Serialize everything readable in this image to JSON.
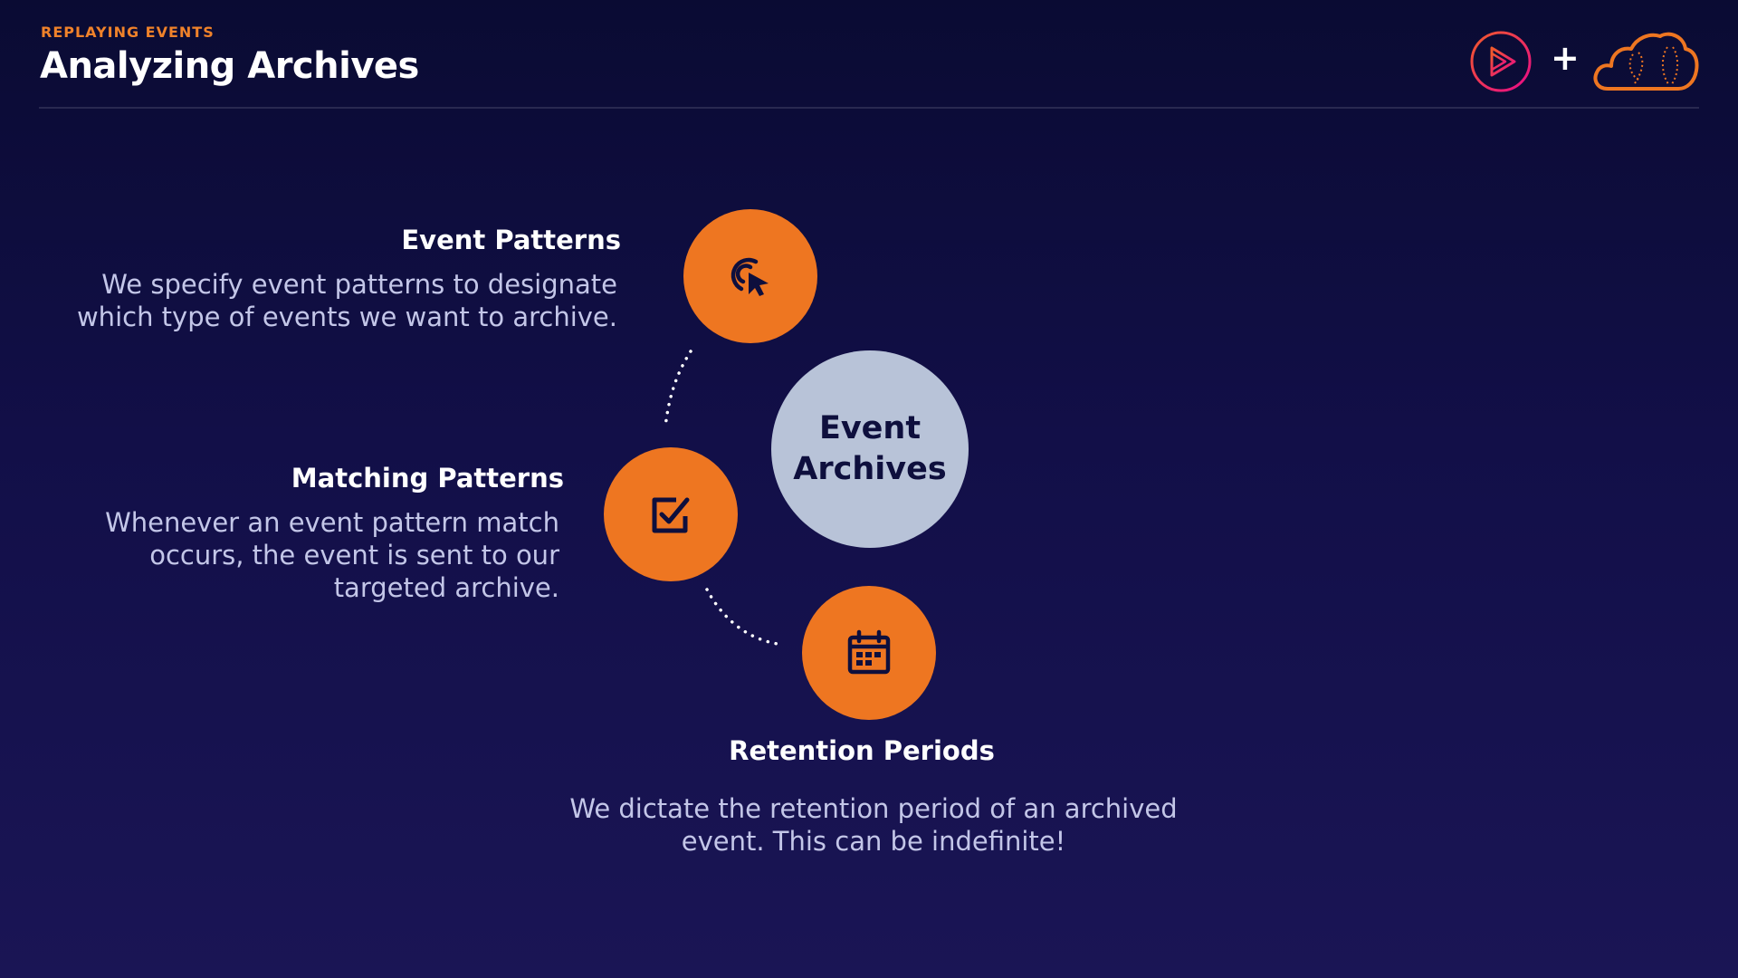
{
  "header": {
    "eyebrow": "REPLAYING EVENTS",
    "title": "Analyzing Archives",
    "plus_symbol": "+"
  },
  "logos": {
    "left": "pluralsight-play-icon",
    "right": "aws-cloud-icon"
  },
  "diagram": {
    "center": {
      "line1": "Event",
      "line2": "Archives"
    },
    "nodes": [
      {
        "icon": "target-cursor-icon",
        "title": "Event Patterns",
        "description_lines": [
          "We specify event patterns to designate",
          "which type of events we want to archive."
        ]
      },
      {
        "icon": "checkbox-checked-icon",
        "title": "Matching Patterns",
        "description_lines": [
          "Whenever an event pattern match",
          "occurs, the event is sent to our",
          "targeted archive."
        ]
      },
      {
        "icon": "calendar-icon",
        "title": "Retention Periods",
        "description_lines": [
          "We dictate the retention period of an archived",
          "event. This can be indefinite!"
        ]
      }
    ]
  },
  "colors": {
    "accent_orange": "#ee7621",
    "center_circle": "#b8c3d8",
    "logo_pink": "#e8245a",
    "background_top": "#0a0b33",
    "background_bottom": "#1a1555"
  }
}
